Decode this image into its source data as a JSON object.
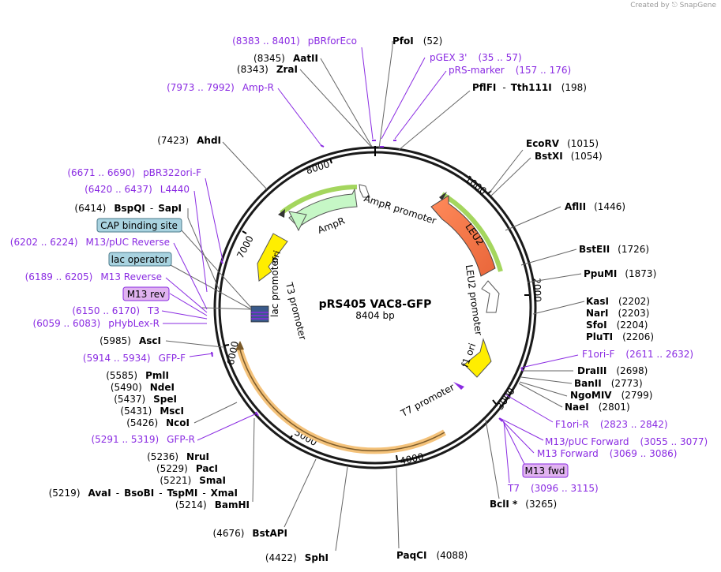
{
  "credit": {
    "created_by": "Created by",
    "brand": "SnapGene"
  },
  "plasmid": {
    "name": "pRS405 VAC8-GFP",
    "size": "8404 bp"
  },
  "ruler": {
    "t1000": "1000",
    "t2000": "2000",
    "t3000": "3000",
    "t4000": "4000",
    "t5000": "5000",
    "t6000": "6000",
    "t7000": "7000",
    "t8000": "8000"
  },
  "features": {
    "ampr": "AmpR",
    "ampr_promoter": "AmpR promoter",
    "leu2": "LEU2",
    "leu2_promoter": "LEU2 promoter",
    "f1_ori": "f1 ori",
    "t7_promoter": "T7 promoter",
    "ori": "ori",
    "lac_promoter": "lac promoter",
    "t3_promoter": "T3 promoter"
  },
  "sites": {
    "pfoi": {
      "name": "PfoI",
      "pos": "(52)"
    },
    "pflfi": {
      "name": "PflFI",
      "name2": "Tth111I",
      "pos": "(198)"
    },
    "ecorv": {
      "name": "EcoRV",
      "pos": "(1015)"
    },
    "bstxi": {
      "name": "BstXI",
      "pos": "(1054)"
    },
    "aflii": {
      "name": "AflII",
      "pos": "(1446)"
    },
    "bsteii": {
      "name": "BstEII",
      "pos": "(1726)"
    },
    "ppumi": {
      "name": "PpuMI",
      "pos": "(1873)"
    },
    "kasi": {
      "name": "KasI",
      "pos": "(2202)"
    },
    "nari": {
      "name": "NarI",
      "pos": "(2203)"
    },
    "sfoi": {
      "name": "SfoI",
      "pos": "(2204)"
    },
    "pluti": {
      "name": "PluTI",
      "pos": "(2206)"
    },
    "draiii": {
      "name": "DraIII",
      "pos": "(2698)"
    },
    "banii": {
      "name": "BanII",
      "pos": "(2773)"
    },
    "ngomiv": {
      "name": "NgoMIV",
      "pos": "(2799)"
    },
    "naei": {
      "name": "NaeI",
      "pos": "(2801)"
    },
    "bcli": {
      "name": "BclI *",
      "pos": "(3265)"
    },
    "paqci": {
      "name": "PaqCI",
      "pos": "(4088)"
    },
    "sphi": {
      "name": "SphI",
      "pos": "(4422)"
    },
    "bstapi": {
      "name": "BstAPI",
      "pos": "(4676)"
    },
    "bamhi": {
      "name": "BamHI",
      "pos": "(5214)"
    },
    "avai": {
      "name": "AvaI",
      "name2": "BsoBI",
      "name3": "TspMI",
      "name4": "XmaI",
      "pos": "(5219)"
    },
    "smai": {
      "name": "SmaI",
      "pos": "(5221)"
    },
    "paci": {
      "name": "PacI",
      "pos": "(5229)"
    },
    "nrui": {
      "name": "NruI",
      "pos": "(5236)"
    },
    "ncoi": {
      "name": "NcoI",
      "pos": "(5426)"
    },
    "msci": {
      "name": "MscI",
      "pos": "(5431)"
    },
    "spei": {
      "name": "SpeI",
      "pos": "(5437)"
    },
    "ndei": {
      "name": "NdeI",
      "pos": "(5490)"
    },
    "pmli": {
      "name": "PmlI",
      "pos": "(5585)"
    },
    "asci": {
      "name": "AscI",
      "pos": "(5985)"
    },
    "bspqi": {
      "name": "BspQI",
      "name2": "SapI",
      "pos": "(6414)"
    },
    "ahdi": {
      "name": "AhdI",
      "pos": "(7423)"
    },
    "zrai": {
      "name": "ZraI",
      "pos": "(8343)"
    },
    "aatii": {
      "name": "AatII",
      "pos": "(8345)"
    }
  },
  "primers": {
    "pbrforeco": {
      "name": "pBRforEco",
      "range": "(8383 .. 8401)"
    },
    "pgex3": {
      "name": "pGEX 3'",
      "range": "(35 .. 57)"
    },
    "prsmarker": {
      "name": "pRS-marker",
      "range": "(157 .. 176)"
    },
    "ampr_p": {
      "name": "Amp-R",
      "range": "(7973 .. 7992)"
    },
    "pbr322ori": {
      "name": "pBR322ori-F",
      "range": "(6671 .. 6690)"
    },
    "l4440": {
      "name": "L4440",
      "range": "(6420 .. 6437)"
    },
    "m13puc_rev": {
      "name": "M13/pUC Reverse",
      "range": "(6202 .. 6224)"
    },
    "m13_rev": {
      "name": "M13 Reverse",
      "range": "(6189 .. 6205)"
    },
    "t3": {
      "name": "T3",
      "range": "(6150 .. 6170)"
    },
    "phyblex": {
      "name": "pHybLex-R",
      "range": "(6059 .. 6083)"
    },
    "gfpf": {
      "name": "GFP-F",
      "range": "(5914 .. 5934)"
    },
    "gfpr": {
      "name": "GFP-R",
      "range": "(5291 .. 5319)"
    },
    "f1orif": {
      "name": "F1ori-F",
      "range": "(2611 .. 2632)"
    },
    "f1orir": {
      "name": "F1ori-R",
      "range": "(2823 .. 2842)"
    },
    "m13puc_fwd": {
      "name": "M13/pUC Forward",
      "range": "(3055 .. 3077)"
    },
    "m13_fwd": {
      "name": "M13 Forward",
      "range": "(3069 .. 3086)"
    },
    "t7": {
      "name": "T7",
      "range": "(3096 .. 3115)"
    }
  },
  "boxes": {
    "cap": "CAP binding site",
    "lacop": "lac operator",
    "m13rev": "M13 rev",
    "m13fwd": "M13 fwd"
  },
  "colors": {
    "backbone": "#1a1a1a",
    "enzyme": "#000000",
    "primer": "#8a2be2",
    "leu2": "#f47b4a",
    "ampr": "#c6f7c6",
    "ori": "#ffee00",
    "f1ori": "#ffee00",
    "gfp_band": "#f4c27a",
    "cds_band": "#a4d65e",
    "box_blue": "#a9d3e0",
    "box_purple": "#e0b3f0"
  }
}
